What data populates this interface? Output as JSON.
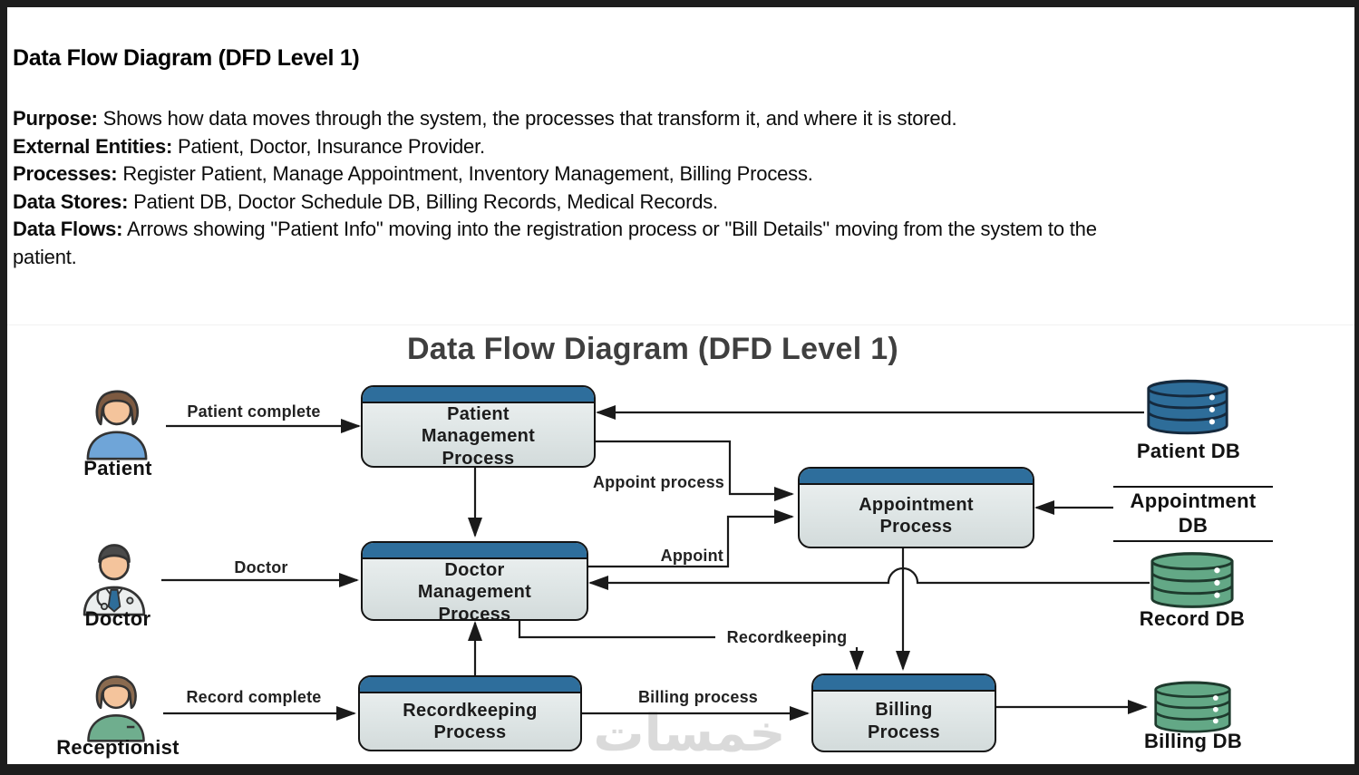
{
  "document": {
    "title": "Data Flow Diagram (DFD Level 1)",
    "lines": [
      {
        "label": "Purpose:",
        "text": " Shows how data moves through the system, the processes that transform it, and where it is stored."
      },
      {
        "label": "External Entities:",
        "text": " Patient, Doctor, Insurance Provider."
      },
      {
        "label": "Processes:",
        "text": " Register Patient, Manage Appointment, Inventory Management, Billing Process."
      },
      {
        "label": "Data Stores:",
        "text": " Patient DB, Doctor Schedule DB, Billing Records, Medical Records."
      },
      {
        "label": "Data Flows:",
        "text": " Arrows showing \"Patient Info\" moving into the registration process or \"Bill Details\" moving from the system to the patient."
      }
    ]
  },
  "diagram": {
    "title": "Data Flow Diagram (DFD Level 1)",
    "entities": [
      {
        "name": "Patient"
      },
      {
        "name": "Doctor"
      },
      {
        "name": "Receptionist"
      }
    ],
    "processes": [
      {
        "name": "Patient Management Process"
      },
      {
        "name": "Appointment Process"
      },
      {
        "name": "Doctor Management Process"
      },
      {
        "name": "Recordkeeping Process"
      },
      {
        "name": "Billing Process"
      }
    ],
    "data_stores": [
      {
        "name": "Patient DB",
        "kind": "database-cylinder-blue"
      },
      {
        "name": "Appointment DB",
        "kind": "open-ended-store"
      },
      {
        "name": "Record DB",
        "kind": "database-cylinder-green"
      },
      {
        "name": "Billing DB",
        "kind": "database-cylinder-green"
      }
    ],
    "flows": [
      {
        "label": "Patient complete",
        "from": "Patient",
        "to": "Patient Management Process"
      },
      {
        "label": "Doctor",
        "from": "Doctor",
        "to": "Doctor Management Process"
      },
      {
        "label": "Record complete",
        "from": "Receptionist",
        "to": "Recordkeeping Process"
      },
      {
        "label": "Appoint process",
        "from": "Patient Management Process",
        "to": "Appointment Process"
      },
      {
        "label": "Appoint",
        "from": "Doctor Management Process",
        "to": "Appointment Process"
      },
      {
        "label": "Recordkeeping",
        "from": "Doctor Management Process",
        "to": "Billing Process"
      },
      {
        "label": "Billing process",
        "from": "Recordkeeping Process",
        "to": "Billing Process"
      }
    ],
    "unlabeled_flows": [
      {
        "from": "Patient DB",
        "to": "Patient Management Process"
      },
      {
        "from": "Appointment DB",
        "to": "Appointment Process"
      },
      {
        "from": "Record DB",
        "to": "Doctor Management Process"
      },
      {
        "from": "Patient Management Process",
        "to": "Doctor Management Process"
      },
      {
        "from": "Recordkeeping Process",
        "to": "Doctor Management Process"
      },
      {
        "from": "Appointment Process",
        "to": "Billing Process"
      },
      {
        "from": "Billing Process",
        "to": "Billing DB"
      }
    ],
    "watermark": "خمسات",
    "colors": {
      "process_header": "#2e6e9c",
      "process_body": "#e2e8e8",
      "blue_db_fill": "#2e6d99",
      "green_db_fill": "#63a886",
      "connector_line": "#1a1a1a",
      "diagram_title_text": "#3f3f3f"
    }
  }
}
